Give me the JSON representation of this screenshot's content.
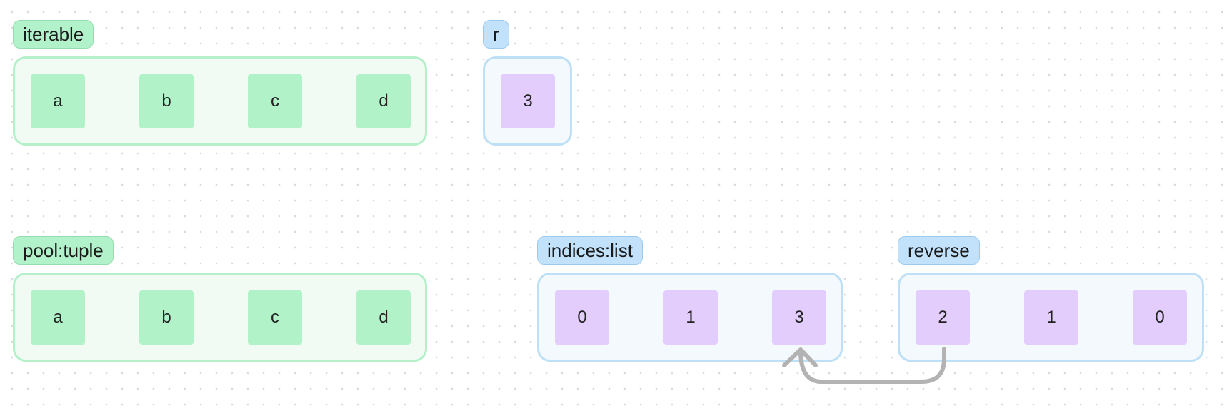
{
  "iterable": {
    "label": "iterable",
    "items": [
      "a",
      "b",
      "c",
      "d"
    ]
  },
  "r": {
    "label": "r",
    "items": [
      "3"
    ]
  },
  "pool": {
    "label": "pool:tuple",
    "items": [
      "a",
      "b",
      "c",
      "d"
    ]
  },
  "indices": {
    "label": "indices:list",
    "items": [
      "0",
      "1",
      "3"
    ]
  },
  "reverse": {
    "label": "reverse",
    "items": [
      "2",
      "1",
      "0"
    ]
  },
  "colors": {
    "green_label": "#b2f2cb",
    "blue_label": "#c2e2fb",
    "green_cell": "#b2f2c8",
    "purple_cell": "#e3cdfc",
    "arrow": "#b3b3b3"
  }
}
